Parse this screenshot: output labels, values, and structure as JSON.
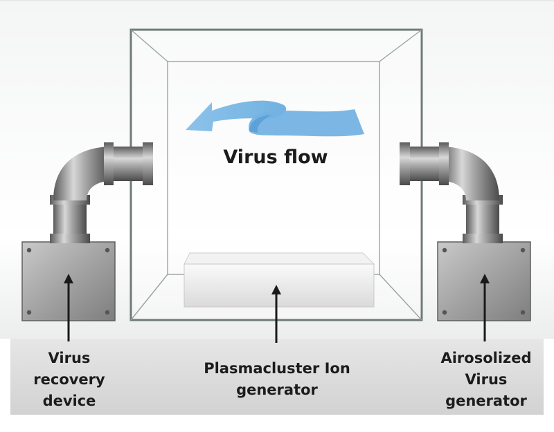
{
  "labels": {
    "flow": "Virus flow",
    "recovery": [
      "Virus",
      "recovery",
      "device"
    ],
    "ion_generator": [
      "Plasmacluster Ion",
      "generator"
    ],
    "airosolized": [
      "Airosolized",
      "Virus",
      "generator"
    ]
  },
  "icons": {
    "arrow": "arrow-up-icon",
    "flow": "flow-arrow-icon",
    "pipe": "elbow-pipe-icon"
  },
  "colors": {
    "flow_arrow": "#78b4e6",
    "pointer_arrow": "#1a1a1a",
    "box_edge": "#6f7b78",
    "metal": "#9a9a9a",
    "floor": "#dcdcdc"
  }
}
